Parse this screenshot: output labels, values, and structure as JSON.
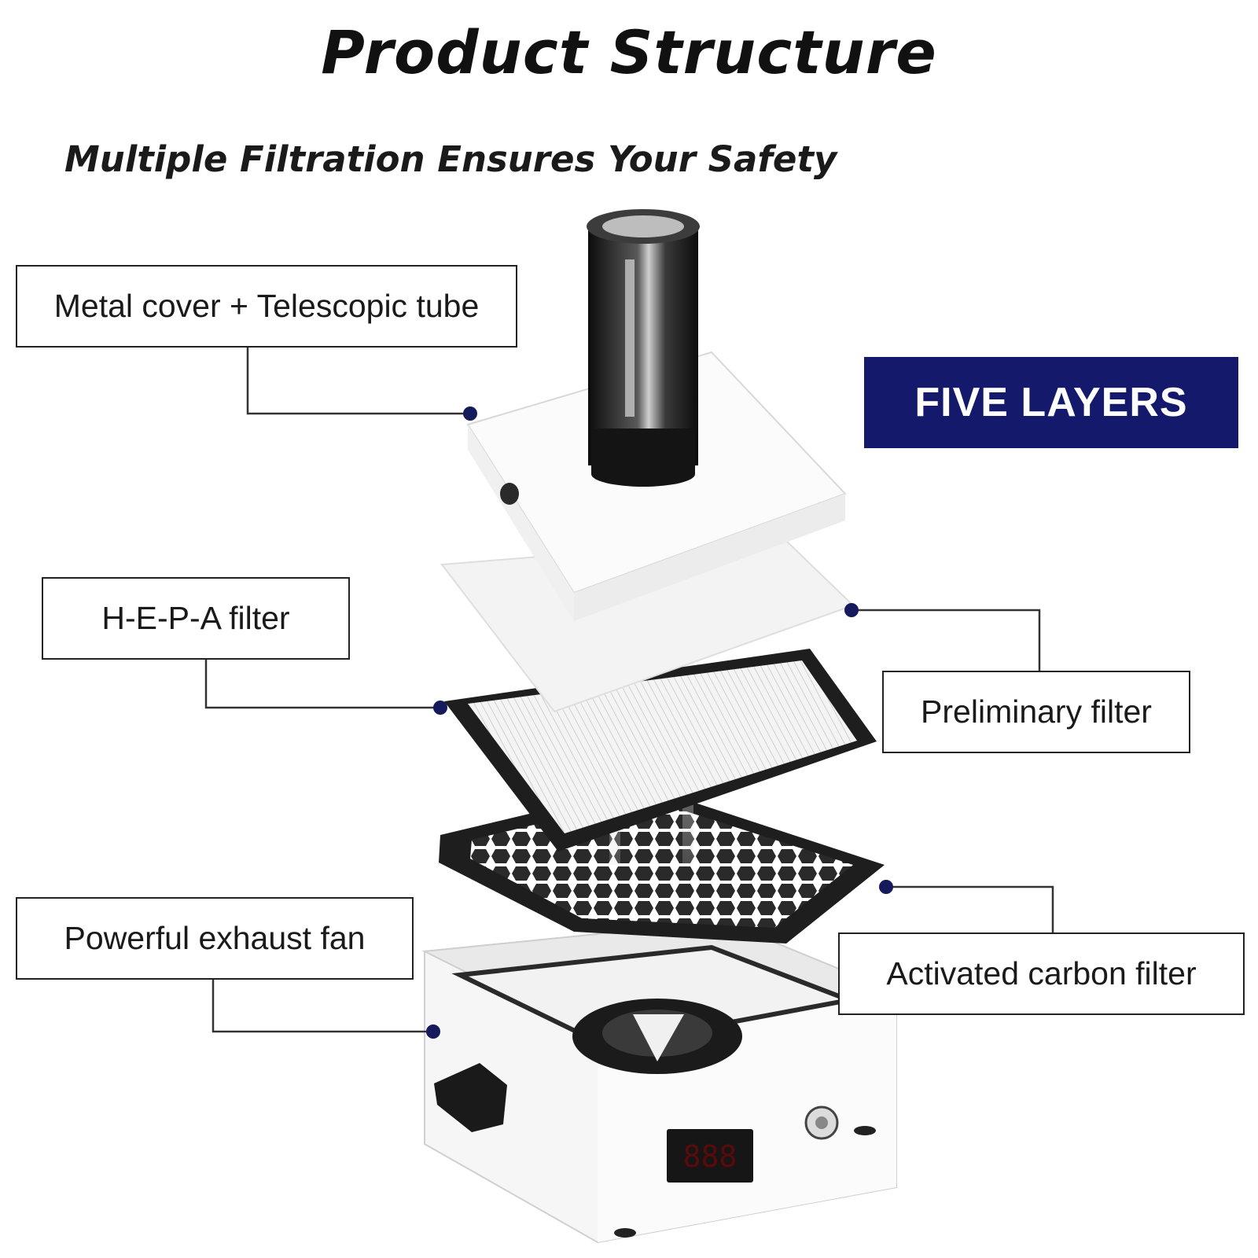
{
  "header": {
    "title": "Product Structure",
    "subtitle": "Multiple Filtration Ensures Your Safety"
  },
  "badge": {
    "text": "FIVE LAYERS",
    "color": "#15196b"
  },
  "labels": {
    "metal_cover": "Metal cover + Telescopic tube",
    "hepa": "H-E-P-A filter",
    "preliminary": "Preliminary filter",
    "exhaust_fan": "Powerful exhaust fan",
    "carbon": "Activated carbon filter"
  },
  "display": {
    "readout": "888"
  }
}
